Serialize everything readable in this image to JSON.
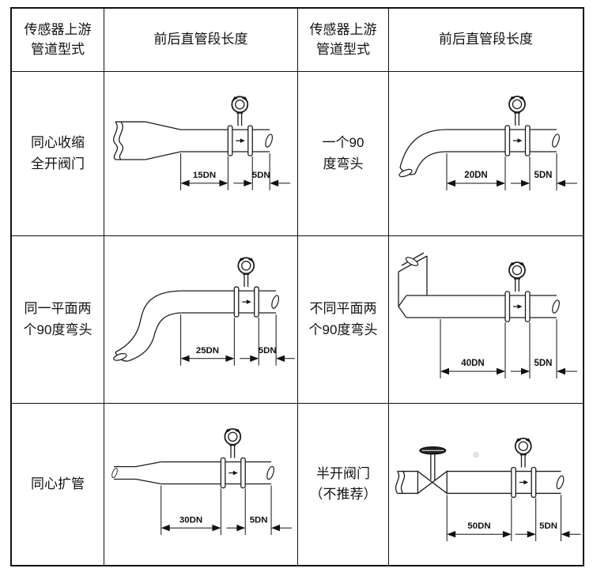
{
  "table": {
    "header": {
      "pipe_type": "传感器上游\n管道型式",
      "straight_length": "前后直管段长度"
    },
    "rows": [
      {
        "left": {
          "type_label": "同心收缩\n全开阀门",
          "diagram": "concentric-reducer-icon",
          "upstream_length": "15DN",
          "downstream_length": "5DN"
        },
        "right": {
          "type_label": "一个90\n度弯头",
          "diagram": "single-90-elbow-icon",
          "upstream_length": "20DN",
          "downstream_length": "5DN"
        }
      },
      {
        "left": {
          "type_label": "同一平面两\n个90度弯头",
          "diagram": "two-90-elbows-same-plane-icon",
          "upstream_length": "25DN",
          "downstream_length": "5DN"
        },
        "right": {
          "type_label": "不同平面两\n个90度弯头",
          "diagram": "two-90-elbows-different-plane-icon",
          "upstream_length": "40DN",
          "downstream_length": "5DN"
        }
      },
      {
        "left": {
          "type_label": "同心扩管",
          "diagram": "concentric-expander-icon",
          "upstream_length": "30DN",
          "downstream_length": "5DN"
        },
        "right": {
          "type_label": "半开阀门\n（不推荐）",
          "diagram": "half-open-valve-icon",
          "upstream_length": "50DN",
          "downstream_length": "5DN"
        }
      }
    ]
  }
}
